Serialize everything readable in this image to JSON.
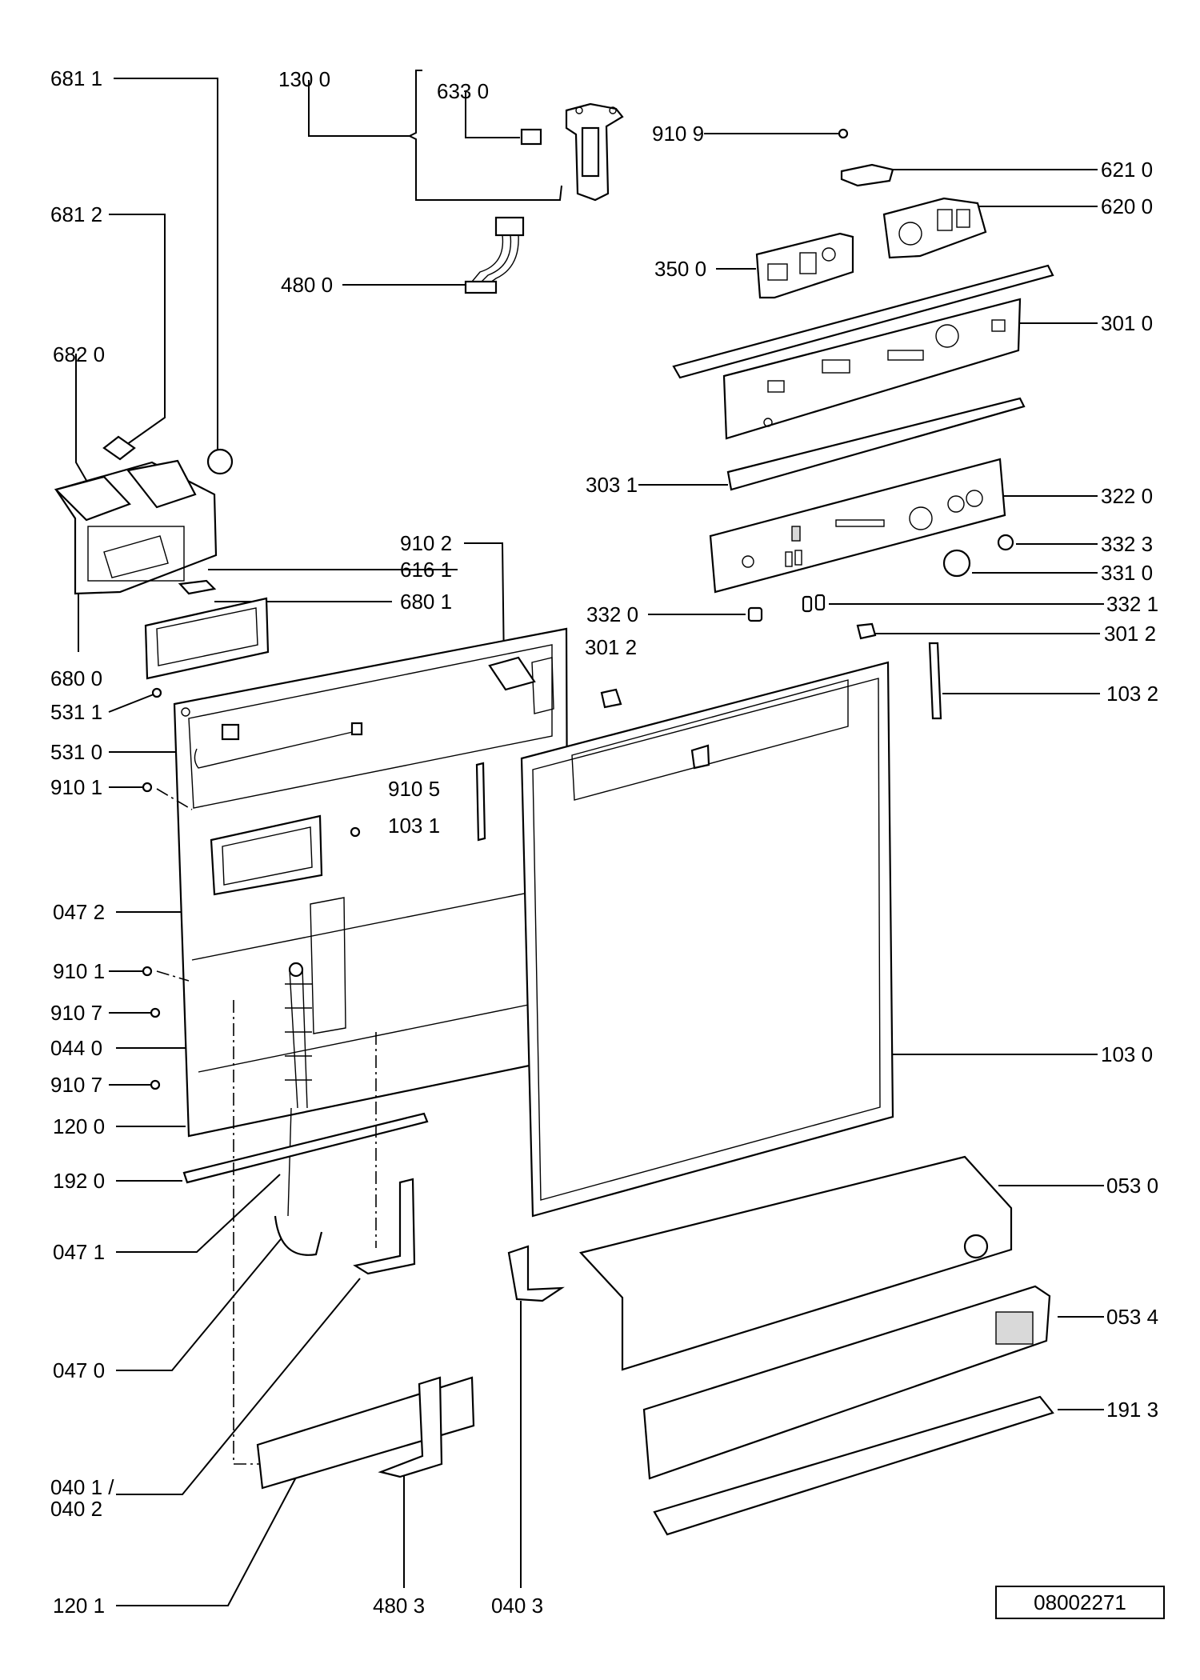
{
  "labels": {
    "l6811": "681 1",
    "l1300": "130 0",
    "l6330": "633 0",
    "l9109": "910 9",
    "l6210": "621 0",
    "l6812": "681 2",
    "l6200": "620 0",
    "l3500": "350 0",
    "l4800": "480 0",
    "l3010": "301 0",
    "l6820": "682 0",
    "l3031": "303 1",
    "l3220": "322 0",
    "l9102": "910 2",
    "l3323": "332 3",
    "l6161": "616 1",
    "l3310": "331 0",
    "l6801": "680 1",
    "l3321": "332 1",
    "l3320": "332 0",
    "l3012": "301 2",
    "l3012b": "301 2",
    "l6800": "680 0",
    "l1032": "103 2",
    "l5311": "531 1",
    "l5310": "531 0",
    "l9101a": "910 1",
    "l9105": "910 5",
    "l1031": "103 1",
    "l0472": "047 2",
    "l9101b": "910 1",
    "l9107a": "910 7",
    "l0440": "044 0",
    "l1030": "103 0",
    "l9107b": "910 7",
    "l1200": "120 0",
    "l1920": "192 0",
    "l0530": "053 0",
    "l0471": "047 1",
    "l0534": "053 4",
    "l0470": "047 0",
    "l1913": "191 3",
    "l0401a": "040 1 /",
    "l0401b": "040 2",
    "l1201": "120 1",
    "l4803": "480 3",
    "l0403": "040 3"
  },
  "drawing_number": "08002271"
}
